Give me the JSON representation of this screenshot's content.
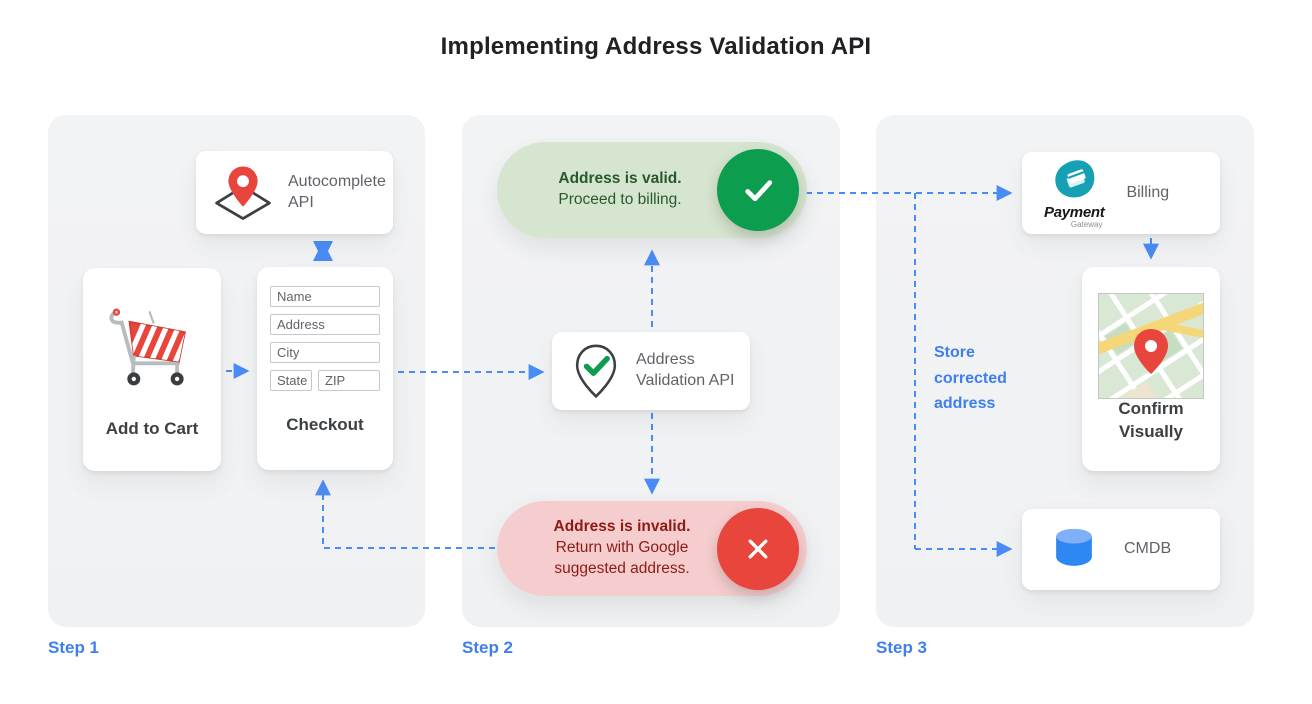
{
  "title": "Implementing Address Validation API",
  "colors": {
    "accent_blue": "#4285f4",
    "google_green": "#0d9d4f",
    "google_red": "#e8453c",
    "valid_pill_bg": "#d6e5cf",
    "invalid_pill_bg": "#f6cdce",
    "panel_bg": "#f1f3f4",
    "muted_text": "#5f6368",
    "dark_text": "#3c4043"
  },
  "panels": {
    "step1": {
      "step_label": "Step 1",
      "autocomplete_card": {
        "title": "Autocomplete API"
      },
      "cart_card": {
        "title": "Add to Cart"
      },
      "checkout_card": {
        "title": "Checkout",
        "fields": [
          "Name",
          "Address",
          "City",
          "State",
          "ZIP"
        ]
      }
    },
    "step2": {
      "step_label": "Step 2",
      "valid_pill": {
        "bold": "Address is valid.",
        "text": "Proceed to billing."
      },
      "validation_card": {
        "title": "Address Validation API"
      },
      "invalid_pill": {
        "bold": "Address is invalid.",
        "text": "Return with Google suggested address."
      }
    },
    "step3": {
      "step_label": "Step 3",
      "billing_card": {
        "title": "Billing",
        "logo_primary": "Payment",
        "logo_secondary": "Gateway"
      },
      "confirm_card": {
        "title": "Confirm Visually"
      },
      "cmdb_card": {
        "title": "CMDB"
      },
      "store_label": "Store corrected address"
    }
  }
}
